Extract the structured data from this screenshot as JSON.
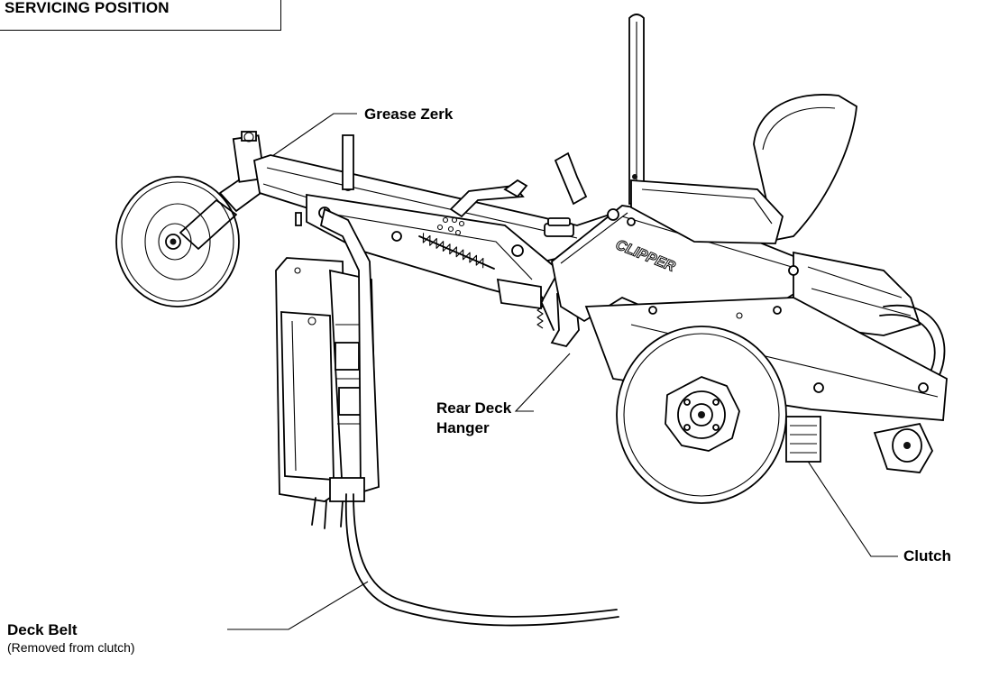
{
  "title": "SERVICING POSITION",
  "callouts": {
    "grease_zerk": "Grease Zerk",
    "rear_deck_hanger_line1": "Rear Deck",
    "rear_deck_hanger_line2": "Hanger",
    "clutch": "Clutch",
    "deck_belt": "Deck Belt",
    "deck_belt_note": "(Removed from clutch)"
  },
  "logo_text": "CLIPPER"
}
